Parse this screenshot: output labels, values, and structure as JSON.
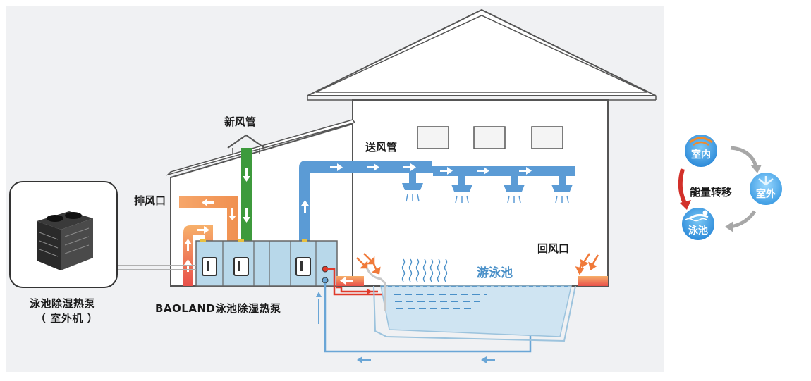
{
  "labels": {
    "fresh_air_duct": "新风管",
    "supply_air_duct": "送风管",
    "exhaust_outlet": "排风口",
    "return_air_inlet": "回风口",
    "pool": "游泳池",
    "outdoor_unit_line1": "泳池除湿热泵",
    "outdoor_unit_line2": "（ 室外机 ）",
    "main_unit": "BAOLAND泳池除湿热泵"
  },
  "energy_cycle": {
    "title": "能量转移",
    "indoor": "室内",
    "outdoor": "室外",
    "pool": "泳池"
  },
  "colors": {
    "canvas_bg": "#f0f1f3",
    "supply_duct": "#5b9bd5",
    "fresh_duct": "#3d9a3c",
    "exhaust_duct": "#f0a060",
    "hot_duct": "#e8604a",
    "water_red": "#e03a2a",
    "water_blue": "#6aa6d6",
    "unit_body": "#b8d8ea",
    "pool_water": "#cfe4f2",
    "energy_arrow_red": "#d2302a",
    "energy_arrow_gray": "#a7a7a7",
    "icon_blue": "#3f9be0",
    "icon_orange": "#f28a2a"
  }
}
